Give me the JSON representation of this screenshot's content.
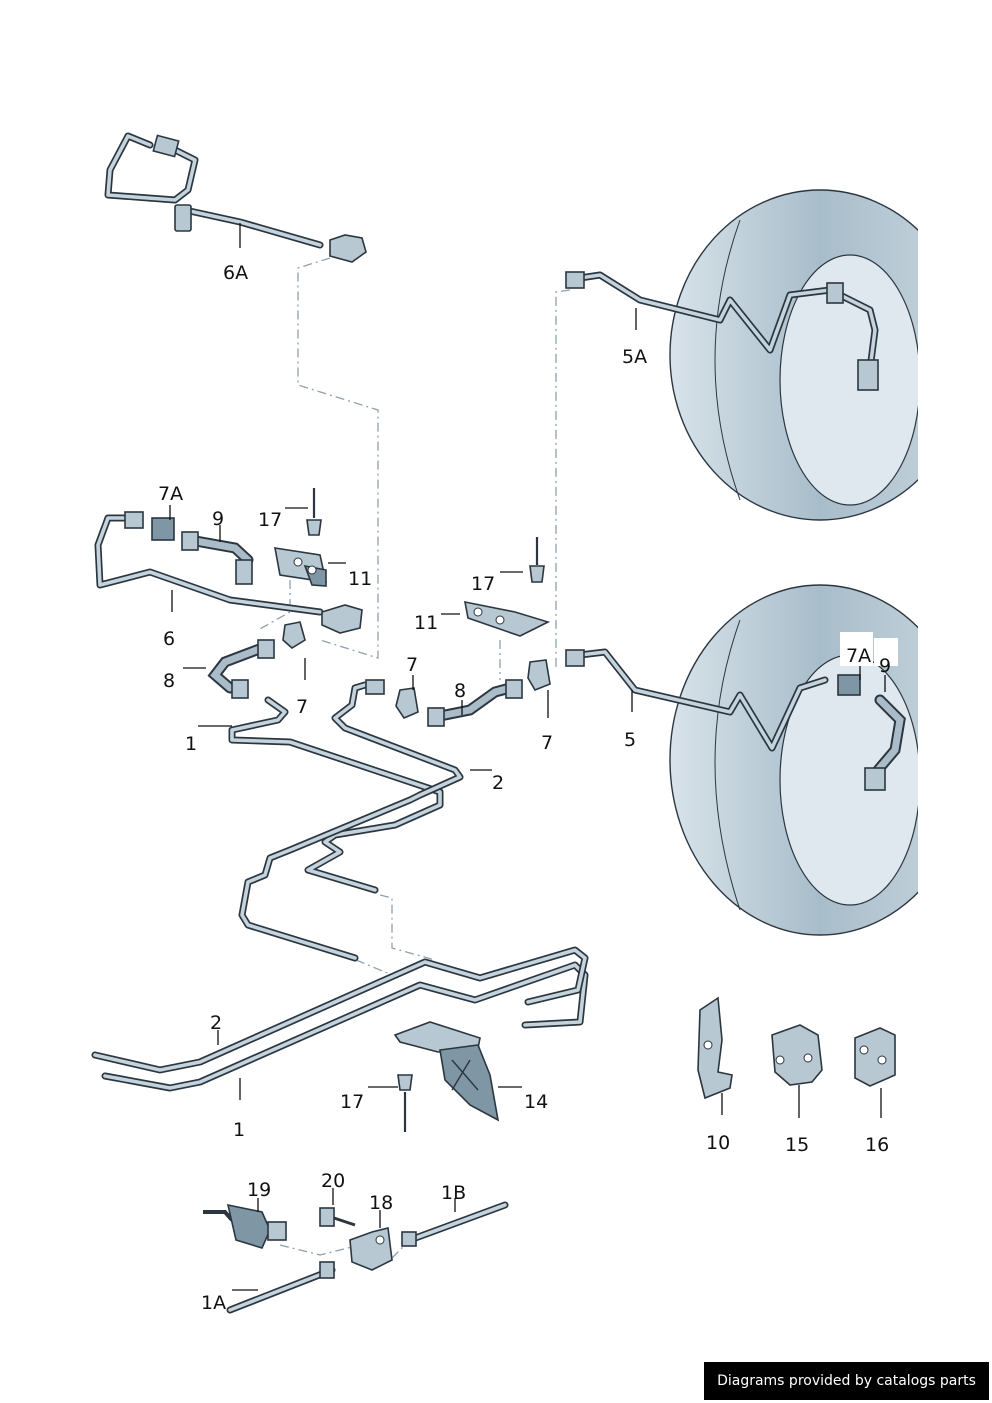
{
  "labels": {
    "6A": "6A",
    "5A": "5A",
    "7A_left": "7A",
    "9_left": "9",
    "17_top": "17",
    "11_top": "11",
    "6": "6",
    "8_left": "8",
    "7_left": "7",
    "1_mid": "1",
    "7_center": "7",
    "8_center": "8",
    "17_center": "17",
    "11_center": "11",
    "7_right": "7",
    "5": "5",
    "7A_right": "7A",
    "9_right": "9",
    "2_mid": "2",
    "2_low": "2",
    "1_low": "1",
    "17_low": "17",
    "14": "14",
    "10": "10",
    "15": "15",
    "16": "16",
    "19": "19",
    "20": "20",
    "18": "18",
    "1B": "1B",
    "1A": "1A"
  },
  "credit": "Diagrams provided by catalogs parts",
  "colors": {
    "pipe_outline": "#2b3640",
    "pipe_fill": "#c4d3dc",
    "disc_fill": "#c2d2dc",
    "disc_shadow": "#94abb9",
    "dash_line": "#8fa0ad"
  }
}
